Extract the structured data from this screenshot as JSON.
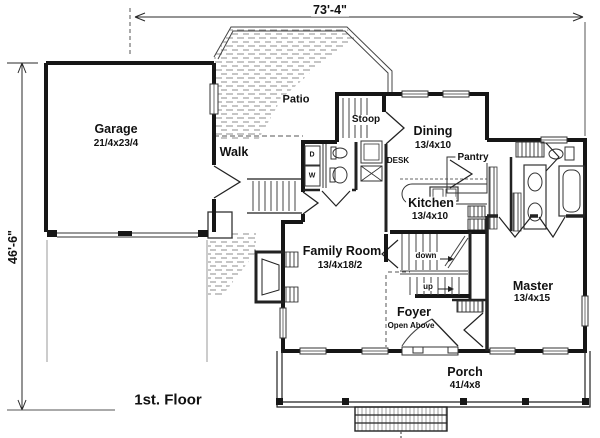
{
  "canvas": {
    "background": "#ffffff",
    "ink": "#1a1a1a"
  },
  "title": "1st. Floor",
  "dimensions": {
    "top": "73'-4\"",
    "left": "46'-6\""
  },
  "rooms": {
    "garage": {
      "name": "Garage",
      "size": "21/4x23/4"
    },
    "dining": {
      "name": "Dining",
      "size": "13/4x10"
    },
    "kitchen": {
      "name": "Kitchen",
      "size": "13/4x10"
    },
    "family_room": {
      "name": "Family Room",
      "size": "13/4x18/2"
    },
    "master": {
      "name": "Master",
      "size": "13/4x15"
    },
    "porch": {
      "name": "Porch",
      "size": "41/4x8"
    },
    "foyer": {
      "name": "Foyer",
      "note": "Open Above"
    }
  },
  "areas": {
    "patio": "Patio",
    "walk": "Walk",
    "stoop": "Stoop",
    "pantry": "Pantry",
    "desk": "DESK"
  },
  "stairs": {
    "down": "down",
    "up": "up"
  },
  "laundry": {
    "dryer": "D",
    "washer": "W"
  }
}
